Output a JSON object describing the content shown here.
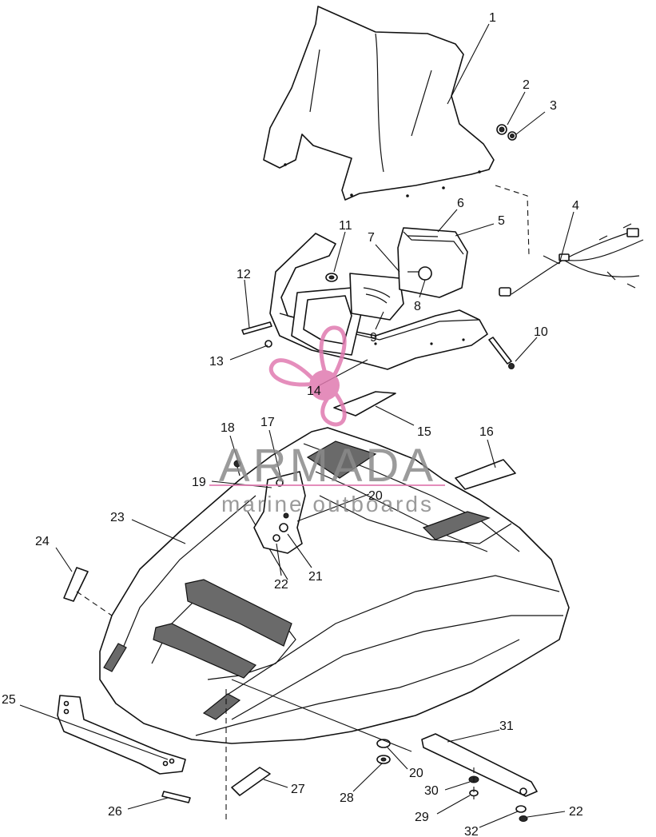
{
  "callouts": {
    "c1": "1",
    "c2": "2",
    "c3": "3",
    "c4": "4",
    "c5": "5",
    "c6": "6",
    "c7": "7",
    "c8": "8",
    "c9": "9",
    "c10": "10",
    "c11": "11",
    "c12": "12",
    "c13": "13",
    "c14": "14",
    "c15": "15",
    "c16": "16",
    "c17": "17",
    "c18": "18",
    "c19": "19",
    "c20a": "20",
    "c20b": "20",
    "c21": "21",
    "c22a": "22",
    "c22b": "22",
    "c23": "23",
    "c24": "24",
    "c25": "25",
    "c26": "26",
    "c27": "27",
    "c28": "28",
    "c29": "29",
    "c30": "30",
    "c31": "31",
    "c32": "32"
  },
  "watermark": {
    "brand": "ARMADA",
    "tagline": "marine outboards"
  },
  "colors": {
    "line": "#111111",
    "watermark_pink": "#e07ab0",
    "watermark_gray": "#8a8a8a"
  }
}
